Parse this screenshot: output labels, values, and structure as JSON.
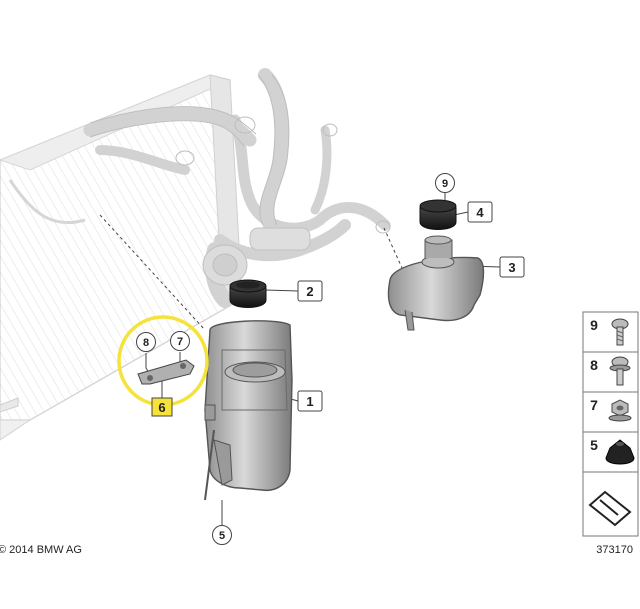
{
  "copyright": "© 2014 BMW AG",
  "diagram_number": "373170",
  "callouts": [
    {
      "id": "1",
      "style": "box"
    },
    {
      "id": "2",
      "style": "box"
    },
    {
      "id": "3",
      "style": "box"
    },
    {
      "id": "4",
      "style": "box"
    },
    {
      "id": "5",
      "style": "circle"
    },
    {
      "id": "6",
      "style": "highlight-box"
    },
    {
      "id": "7",
      "style": "circle"
    },
    {
      "id": "8",
      "style": "circle"
    },
    {
      "id": "9",
      "style": "circle"
    }
  ],
  "legend": [
    {
      "number": "9",
      "icon": "screw-icon"
    },
    {
      "number": "8",
      "icon": "collar-screw-icon"
    },
    {
      "number": "7",
      "icon": "hex-nut-icon"
    },
    {
      "number": "5",
      "icon": "rubber-mount-icon"
    }
  ],
  "highlight_color": "#f5e23a",
  "line_color": "#444444"
}
